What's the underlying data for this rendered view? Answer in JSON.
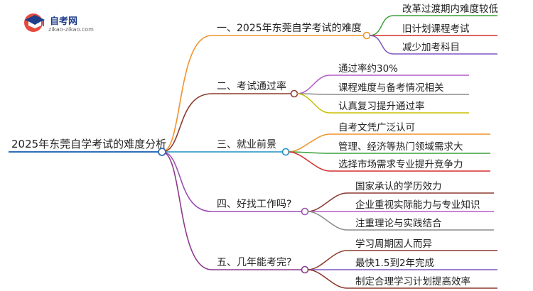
{
  "logo": {
    "title": "自考网",
    "url": "zikao-zikao.com"
  },
  "root": {
    "label": "2025年东莞自学考试的难度分析",
    "color": "#2f6fb5"
  },
  "branches": [
    {
      "label": "一、2025年东莞自学考试的难度",
      "color": "#f0932b",
      "leaves": [
        {
          "label": "改革过渡期内难度较低",
          "color": "#3aa33a"
        },
        {
          "label": "旧计划课程考试",
          "color": "#d62f2f"
        },
        {
          "label": "减少加考科目",
          "color": "#7e57c2"
        }
      ]
    },
    {
      "label": "二、考试通过率",
      "color": "#8b3a2e",
      "leaves": [
        {
          "label": "通过率约30%",
          "color": "#b45cc8"
        },
        {
          "label": "课程难度与备考情况相关",
          "color": "#8c8c8c"
        },
        {
          "label": "认真复习提升通过率",
          "color": "#c8c000"
        }
      ]
    },
    {
      "label": "三、就业前景",
      "color": "#1d8fc2",
      "leaves": [
        {
          "label": "自考文凭广泛认可",
          "color": "#f0932b"
        },
        {
          "label": "管理、经济等热门领域需求大",
          "color": "#3aa33a"
        },
        {
          "label": "选择市场需求专业提升竞争力",
          "color": "#d62f2f"
        }
      ]
    },
    {
      "label": "四、好找工作吗?",
      "color": "#9c4fb3",
      "leaves": [
        {
          "label": "国家承认的学历效力",
          "color": "#8b3a2e"
        },
        {
          "label": "企业重视实际能力与专业知识",
          "color": "#b45cc8"
        },
        {
          "label": "注重理论与实践结合",
          "color": "#8c8c8c"
        }
      ]
    },
    {
      "label": "五、几年能考完?",
      "color": "#8b3a8e",
      "leaves": [
        {
          "label": "学习周期因人而异",
          "color": "#8b3a2e"
        },
        {
          "label": "最快1.5到2年完成",
          "color": "#7e57c2"
        },
        {
          "label": "制定合理学习计划提高效率",
          "color": "#8b3a2e"
        }
      ]
    }
  ]
}
